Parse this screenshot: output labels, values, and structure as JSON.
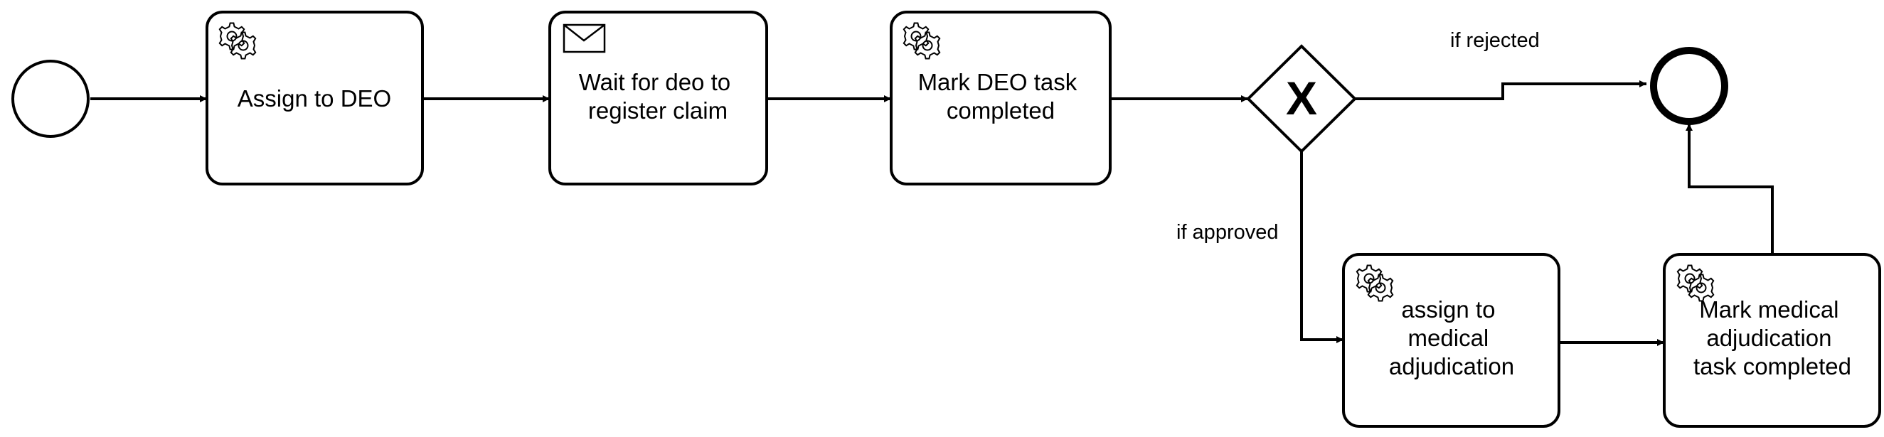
{
  "diagram": {
    "start_event": {
      "label": ""
    },
    "end_event": {
      "label": ""
    },
    "tasks": {
      "assign_deo": {
        "type": "service-task",
        "icon": "gear-icon",
        "lines": [
          "Assign to DEO"
        ]
      },
      "wait_deo": {
        "type": "receive-task",
        "icon": "envelope-icon",
        "lines": [
          "Wait for deo to",
          "register claim"
        ]
      },
      "mark_deo": {
        "type": "service-task",
        "icon": "gear-icon",
        "lines": [
          "Mark DEO task",
          "completed"
        ]
      },
      "assign_medical": {
        "type": "service-task",
        "icon": "gear-icon",
        "lines": [
          "assign to",
          "medical",
          "adjudication"
        ]
      },
      "mark_medical": {
        "type": "service-task",
        "icon": "gear-icon",
        "lines": [
          "Mark medical",
          "adjudication",
          "task completed"
        ]
      }
    },
    "gateway": {
      "type": "exclusive-gateway",
      "marker": "X"
    },
    "edges": {
      "rejected": {
        "label": "if rejected"
      },
      "approved": {
        "label": "if approved"
      }
    },
    "colors": {
      "stroke": "#000000",
      "fill": "#ffffff"
    }
  }
}
